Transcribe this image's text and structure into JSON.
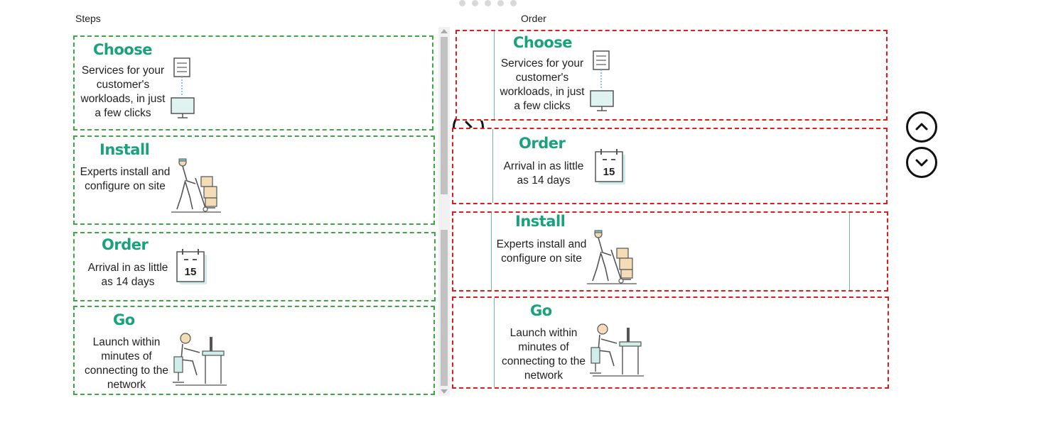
{
  "steps_panel": {
    "label": "Steps",
    "cards": [
      {
        "title": "Choose",
        "text": "Services for your customer's workloads, in just a few clicks",
        "icon": "list-monitor-icon"
      },
      {
        "title": "Install",
        "text": "Experts install and configure on site",
        "icon": "delivery-person-icon"
      },
      {
        "title": "Order",
        "text": "Arrival in as little as 14 days",
        "icon": "calendar-icon"
      },
      {
        "title": "Go",
        "text": "Launch within minutes of connecting to the network",
        "icon": "person-at-desk-icon"
      }
    ]
  },
  "order_panel": {
    "label": "Order",
    "cards": [
      {
        "title": "Choose",
        "text": "Services for your customer's workloads, in just a few clicks",
        "icon": "list-monitor-icon"
      },
      {
        "title": "Order",
        "text": "Arrival in as little as 14 days",
        "icon": "calendar-icon"
      },
      {
        "title": "Install",
        "text": "Experts install and configure on site",
        "icon": "delivery-person-icon"
      },
      {
        "title": "Go",
        "text": "Launch within minutes of connecting to the network",
        "icon": "person-at-desk-icon"
      }
    ]
  },
  "calendar_day": "15",
  "controls": {
    "move_right": "chevron-right-icon",
    "move_left": "chevron-left-icon",
    "move_up": "chevron-up-icon",
    "move_down": "chevron-down-icon"
  },
  "colors": {
    "heading": "#1aa17e",
    "source_border": "#3aa843",
    "target_border": "#e01b1b"
  }
}
